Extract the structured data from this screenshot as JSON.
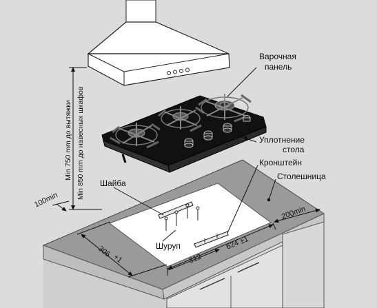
{
  "labels": {
    "hob_line1": "Варочная",
    "hob_line2": "панель",
    "seal_line1": "Уплотнение",
    "seal_line2": "стола",
    "bracket": "Кронштейн",
    "countertop": "Столешница",
    "washer": "Шайба",
    "screw": "Шуруп"
  },
  "dimensions": {
    "hood_min": "Min 750 mm до вытяжки",
    "cabinet_min": "Min 850 mm до навесных шкафов",
    "side_clearance": "100min",
    "back_clearance": "200min",
    "cutout_depth": "306",
    "cutout_depth_tol": "+1",
    "cutout_width": "624",
    "cutout_width_tol": "±1",
    "bracket_offset": "312"
  },
  "colors": {
    "wall": "#dcdcdc",
    "counter_top": "#9a9a9a",
    "counter_front": "#cfcfcf",
    "cutout": "#ffffff",
    "glass": "#111111",
    "hood": "#ffffff"
  }
}
